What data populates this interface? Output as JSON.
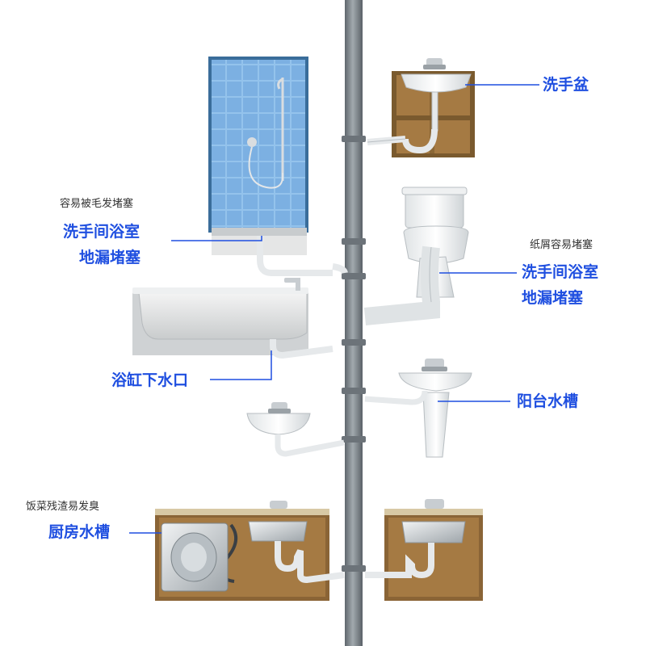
{
  "labels": {
    "washbasin": "洗手盆",
    "shower_note": "容易被毛发堵塞",
    "shower_line1": "洗手间浴室",
    "shower_line2": "地漏堵塞",
    "toilet_note": "纸屑容易堵塞",
    "toilet_line1": "洗手间浴室",
    "toilet_line2": "地漏堵塞",
    "bathtub": "浴缸下水口",
    "balcony": "阳台水槽",
    "kitchen_note": "饭菜残渣易发臭",
    "kitchen": "厨房水槽"
  },
  "colors": {
    "label_blue": "#1f4fe0",
    "note_gray": "#333333",
    "stack_pipe": "#7a8289",
    "drain_pipe": "#e9ecee",
    "cabinet_wood": "#a57a43",
    "shower_tile": "#7eb4e6"
  },
  "icons": [
    "washbasin-icon",
    "shower-icon",
    "toilet-icon",
    "bathtub-icon",
    "pedestal-sink-icon",
    "wall-sink-icon",
    "kitchen-sink-icon",
    "washing-machine-icon",
    "vent-stack-pipe"
  ]
}
